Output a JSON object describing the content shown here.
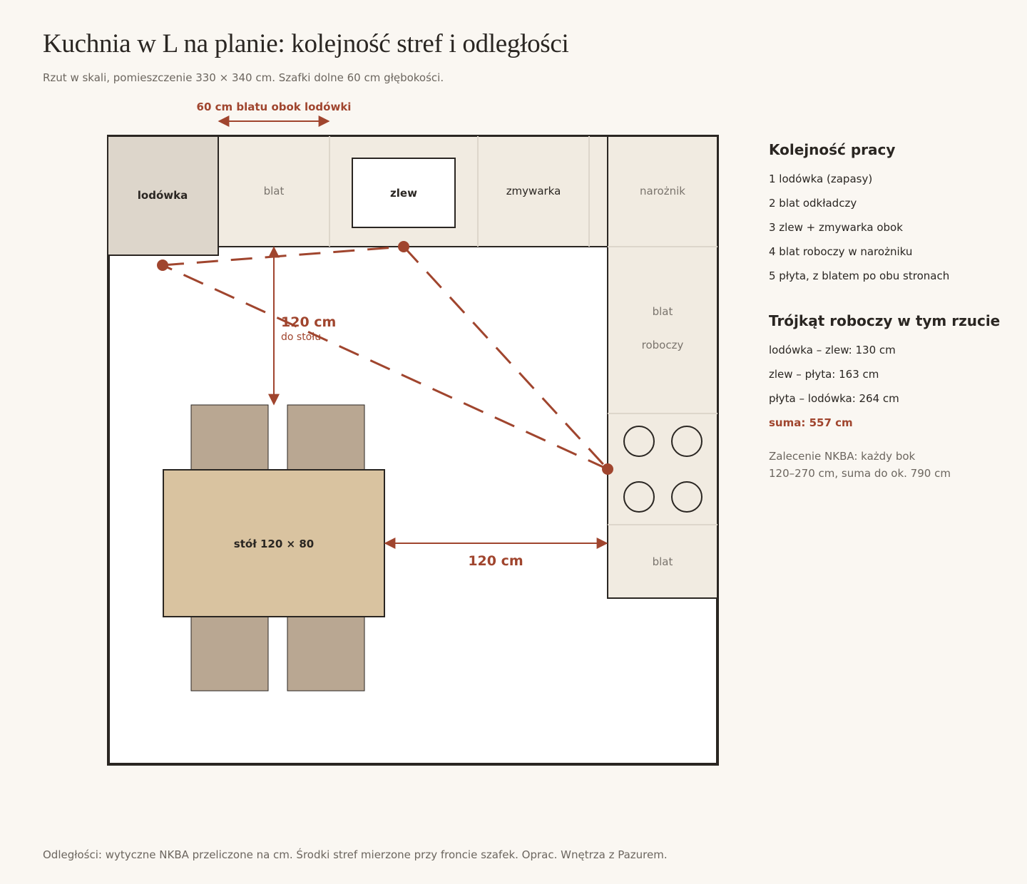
{
  "title": "Kuchnia w L na planie: kolejność stref i odległości",
  "subtitle": "Rzut w skali, pomieszczenie 330 × 340 cm. Szafki dolne 60 cm głębokości.",
  "footer": "Odległości: wytyczne NKBA przeliczone na cm. Środki stref mierzone przy froncie szafek. Oprac. Wnętrza z Pazurem.",
  "colors": {
    "accent": "#a0452e",
    "counter": "#f1ebe1",
    "fridge": "#ddd6cb",
    "table": "#d9c3a0",
    "chair": "#b9a792",
    "wall": "#2a2622",
    "floor": "#ffffff"
  },
  "plan": {
    "fridge": "lodówka",
    "counter_left": "blat",
    "sink": "zlew",
    "dishwasher": "zmywarka",
    "corner": "narożnik",
    "work_counter_line1": "blat",
    "work_counter_line2": "roboczy",
    "counter_bottom": "blat",
    "table": "stół 120 × 80",
    "dim_top": "60 cm blatu obok lodówki",
    "dim_vertical": "120 cm",
    "dim_vertical_sub": "do stołu",
    "dim_horizontal": "120 cm"
  },
  "sidebar": {
    "order_title": "Kolejność pracy",
    "order_items": [
      "1  lodówka (zapasy)",
      "2  blat odkładczy",
      "3  zlew + zmywarka obok",
      "4  blat roboczy w narożniku",
      "5  płyta, z blatem po obu stronach"
    ],
    "triangle_title": "Trójkąt roboczy w tym rzucie",
    "triangle_items": [
      "lodówka – zlew: 130 cm",
      "zlew – płyta: 163 cm",
      "płyta – lodówka: 264 cm"
    ],
    "sum": "suma: 557 cm",
    "note_line1": "Zalecenie NKBA: każdy bok",
    "note_line2": "120–270 cm, suma do ok. 790 cm"
  }
}
